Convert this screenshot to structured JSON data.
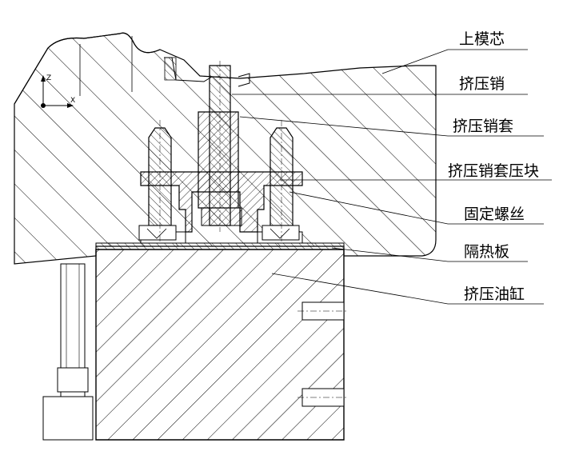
{
  "labels": [
    {
      "id": "upper-mold-core",
      "text": "上模芯"
    },
    {
      "id": "extrusion-pin",
      "text": "挤压销"
    },
    {
      "id": "extrusion-pin-sleeve",
      "text": "挤压销套"
    },
    {
      "id": "pin-sleeve-press-block",
      "text": "挤压销套压块"
    },
    {
      "id": "fixing-screw",
      "text": "固定螺丝"
    },
    {
      "id": "heat-insulation-plate",
      "text": "隔热板"
    },
    {
      "id": "extrusion-cylinder",
      "text": "挤压油缸"
    }
  ],
  "axis_glyphs": {
    "z": "Z",
    "x": "X"
  },
  "colors": {
    "line": "#000000",
    "background": "#ffffff"
  }
}
